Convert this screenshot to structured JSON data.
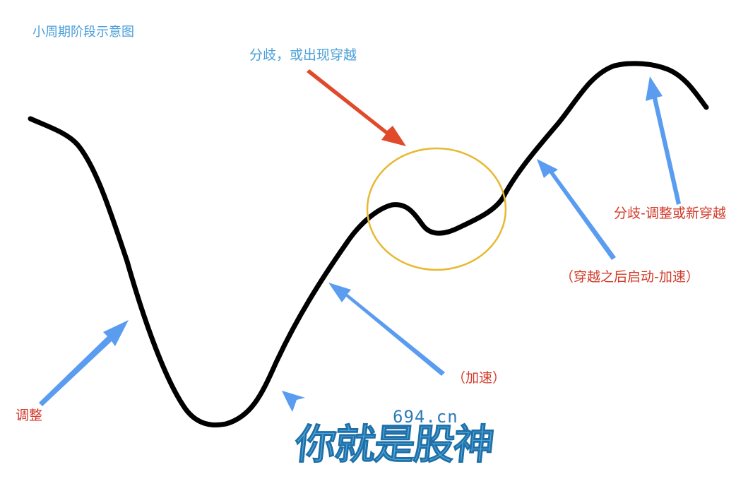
{
  "title": "小周期阶段示意图",
  "annotations": {
    "divergence": "分歧，或出现穿越",
    "adjust": "调整",
    "accelerate": "（加速）",
    "launch_after_cross": "（穿越之后启动-加速）",
    "divergence_adjust": "分歧-调整或新穿越"
  },
  "watermark": {
    "domain": "694.cn",
    "text": "你就是股神"
  },
  "colors": {
    "curve": "#000000",
    "blue_arrow": "#5a9cf0",
    "red_arrow": "#e04a2a",
    "highlight_circle": "#e8b830",
    "blue_text": "#4a9fd8",
    "red_text": "#d23a2a"
  }
}
